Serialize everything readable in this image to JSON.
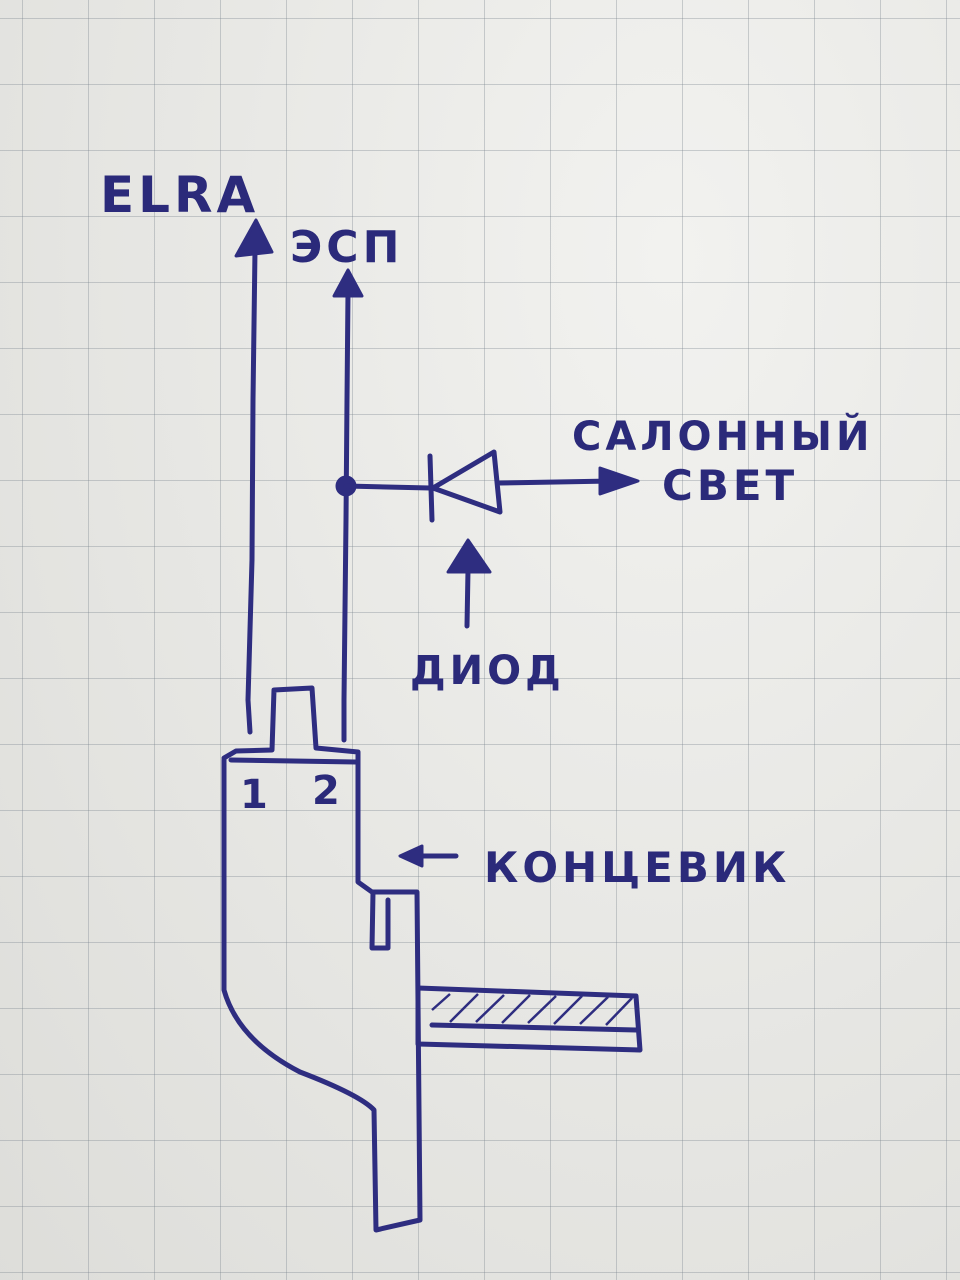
{
  "labels": {
    "elra": "ELRA",
    "esp": "ЭСП",
    "salon_line1": "САЛОННЫЙ",
    "salon_line2": "СВЕТ",
    "diode": "ДИОД",
    "pin1": "1",
    "pin2": "2",
    "switch": "КОНЦЕВИК"
  },
  "colors": {
    "ink": "#2e2d80",
    "paper": "#ebebe7",
    "grid": "#8a929b"
  }
}
